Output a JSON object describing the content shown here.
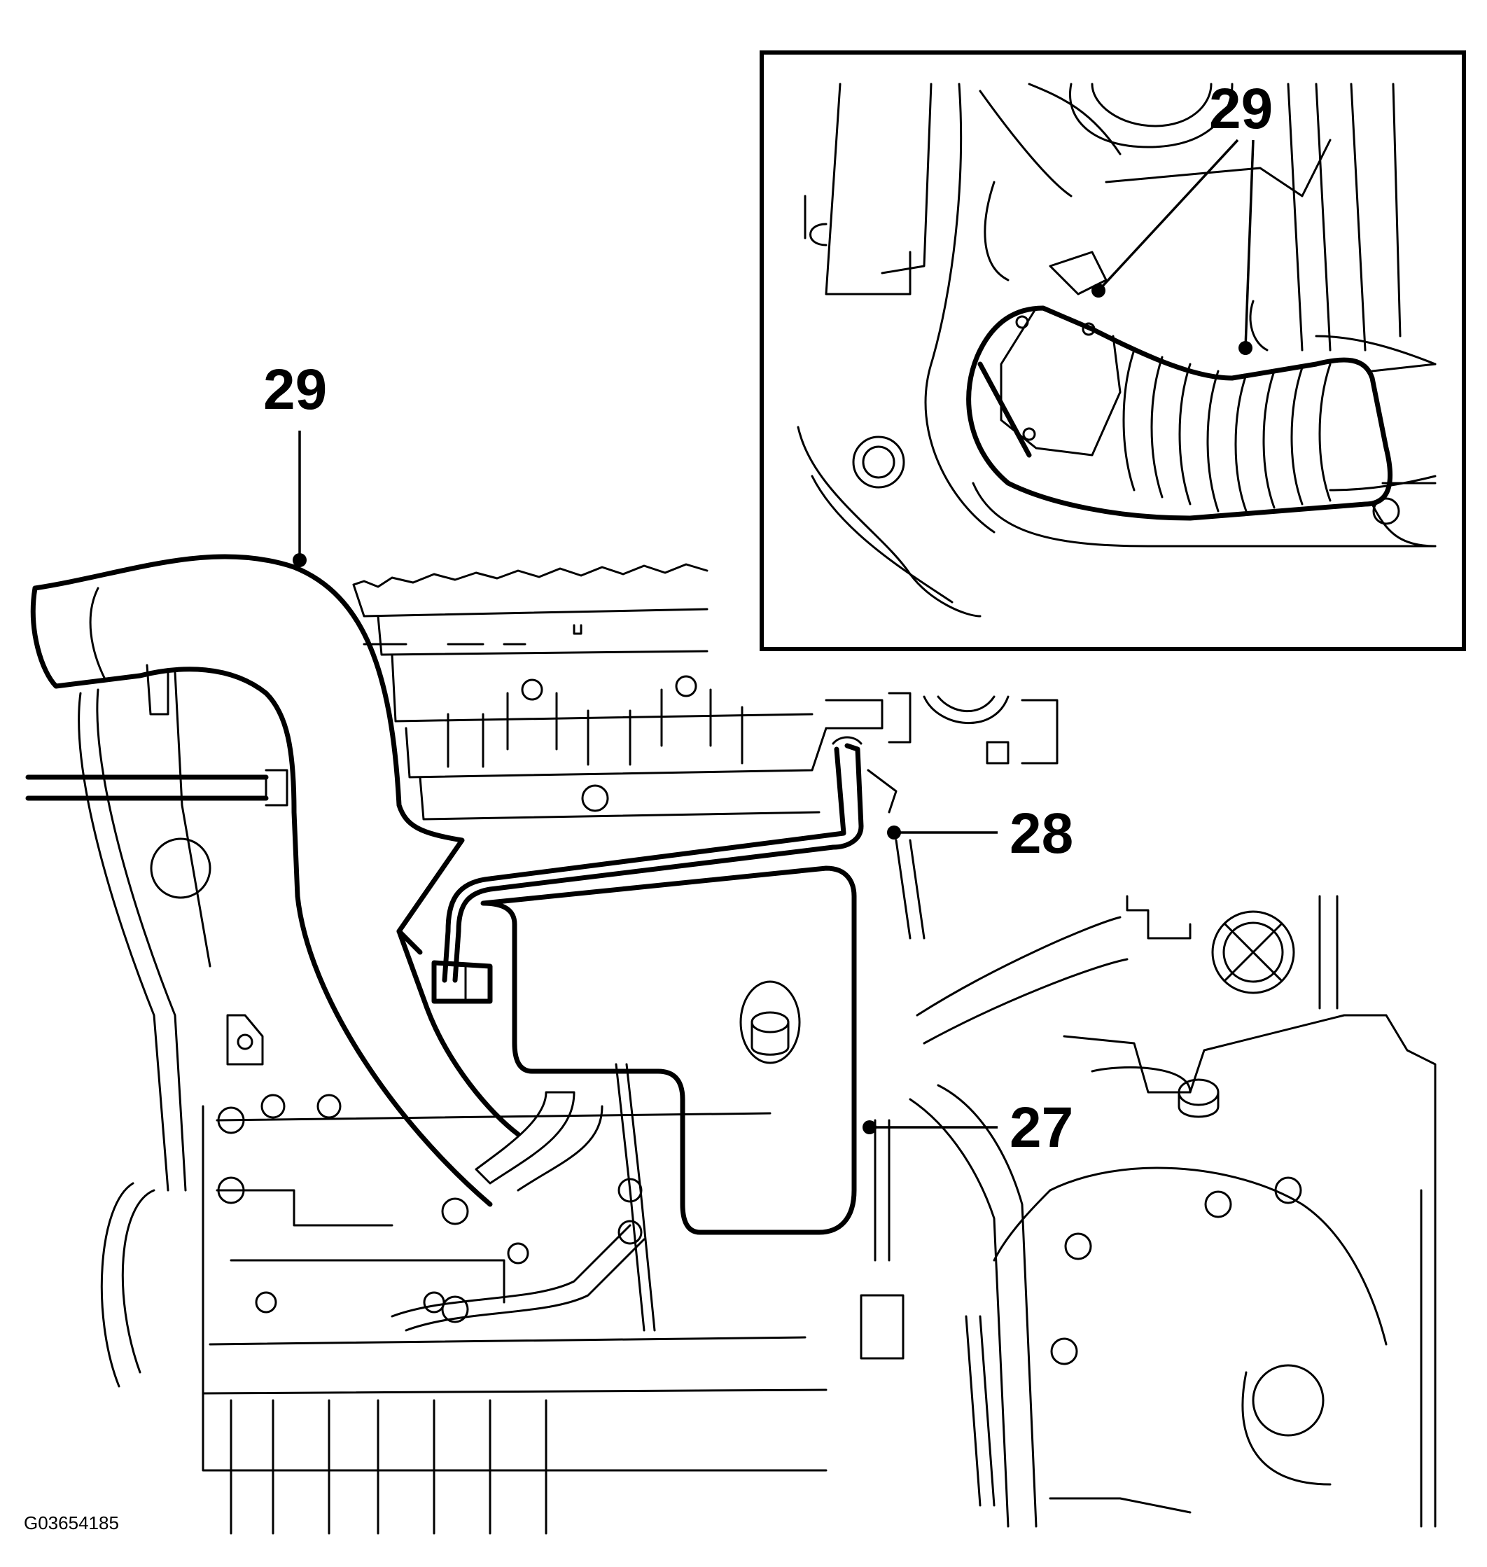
{
  "diagram": {
    "callouts": [
      {
        "id": "29",
        "label": "29"
      },
      {
        "id": "28",
        "label": "28"
      },
      {
        "id": "27",
        "label": "27"
      }
    ],
    "inset": {
      "callout": {
        "id": "29",
        "label": "29"
      }
    },
    "reference_code": "G03654185"
  }
}
